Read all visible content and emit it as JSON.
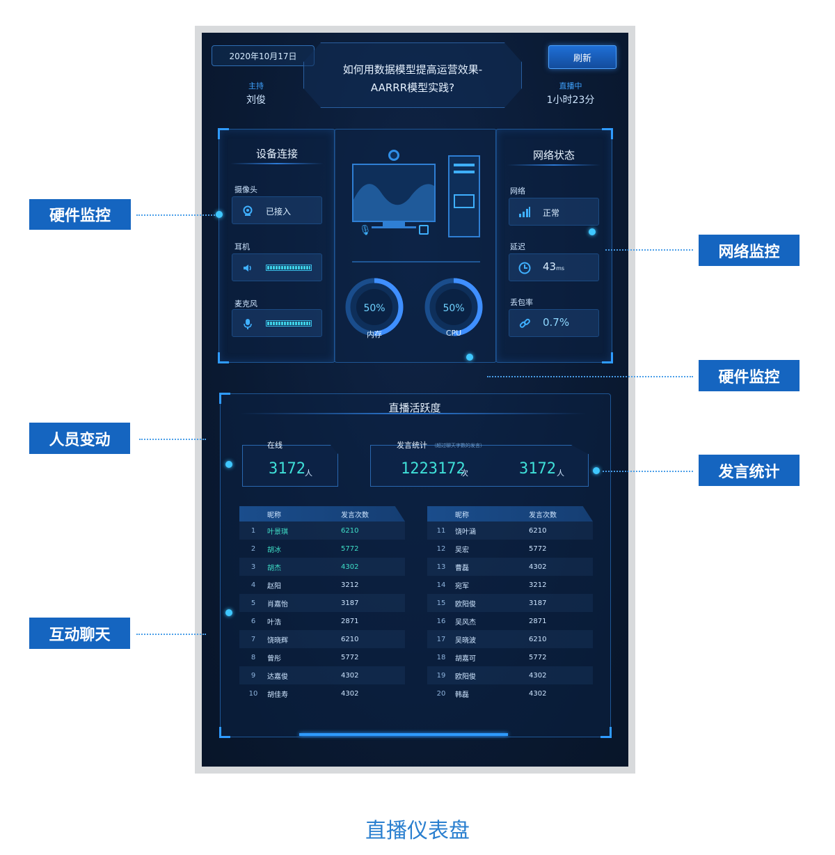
{
  "header": {
    "date": "2020年10月17日",
    "refresh_label": "刷新",
    "title_line1": "如何用数据模型提高运营效果-",
    "title_line2": "AARRR模型实践?",
    "host_label": "主持",
    "host_name": "刘俊",
    "live_label": "直播中",
    "live_duration": "1小时23分"
  },
  "device_panel": {
    "title": "设备连接",
    "items": [
      {
        "label": "摄像头",
        "icon": "camera-icon",
        "status": "已接入"
      },
      {
        "label": "耳机",
        "icon": "speaker-icon",
        "level": 1.0
      },
      {
        "label": "麦克风",
        "icon": "microphone-icon",
        "level": 1.0
      }
    ]
  },
  "center_panel": {
    "gauges": [
      {
        "label": "内存",
        "value": "50%",
        "fraction": 0.5
      },
      {
        "label": "CPU",
        "value": "50%",
        "fraction": 0.5
      }
    ]
  },
  "network_panel": {
    "title": "网络状态",
    "items": [
      {
        "label": "网络",
        "icon": "signal-icon",
        "value": "正常"
      },
      {
        "label": "延迟",
        "icon": "clock-icon",
        "value": "43",
        "unit": "ms"
      },
      {
        "label": "丢包率",
        "icon": "link-icon",
        "value": "0.7%"
      }
    ]
  },
  "activity": {
    "title": "直播活跃度",
    "online": {
      "label": "在线",
      "count": "3172",
      "unit": "人"
    },
    "speech": {
      "label": "发言统计",
      "note": "（超过聊天字数的发言）",
      "count": "1223172",
      "count_unit": "次",
      "people": "3172",
      "people_unit": "人"
    },
    "table_header": {
      "name": "昵称",
      "count": "发言次数"
    },
    "left_rows": [
      {
        "rank": "1",
        "name": "叶景琪",
        "count": "6210"
      },
      {
        "rank": "2",
        "name": "胡冰",
        "count": "5772"
      },
      {
        "rank": "3",
        "name": "胡杰",
        "count": "4302"
      },
      {
        "rank": "4",
        "name": "赵阳",
        "count": "3212"
      },
      {
        "rank": "5",
        "name": "肖嘉怡",
        "count": "3187"
      },
      {
        "rank": "6",
        "name": "叶浩",
        "count": "2871"
      },
      {
        "rank": "7",
        "name": "饶晓辉",
        "count": "6210"
      },
      {
        "rank": "8",
        "name": "曾彤",
        "count": "5772"
      },
      {
        "rank": "9",
        "name": "达嘉俊",
        "count": "4302"
      },
      {
        "rank": "10",
        "name": "胡佳寿",
        "count": "4302"
      }
    ],
    "right_rows": [
      {
        "rank": "11",
        "name": "饶叶涵",
        "count": "6210"
      },
      {
        "rank": "12",
        "name": "吴宏",
        "count": "5772"
      },
      {
        "rank": "13",
        "name": "曹磊",
        "count": "4302"
      },
      {
        "rank": "14",
        "name": "宛军",
        "count": "3212"
      },
      {
        "rank": "15",
        "name": "欧阳俊",
        "count": "3187"
      },
      {
        "rank": "16",
        "name": "吴风杰",
        "count": "2871"
      },
      {
        "rank": "17",
        "name": "吴晓波",
        "count": "6210"
      },
      {
        "rank": "18",
        "name": "胡嘉可",
        "count": "5772"
      },
      {
        "rank": "19",
        "name": "欧阳俊",
        "count": "4302"
      },
      {
        "rank": "20",
        "name": "韩磊",
        "count": "4302"
      }
    ]
  },
  "annotations": {
    "hardware_left": "硬件监控",
    "network": "网络监控",
    "hardware_right": "硬件监控",
    "people": "人员变动",
    "speech": "发言统计",
    "chat": "互动聊天"
  },
  "caption": "直播仪表盘",
  "colors": {
    "accent": "#1565c0",
    "highlight": "#3fe0c8",
    "panel_border": "#1f5796"
  }
}
